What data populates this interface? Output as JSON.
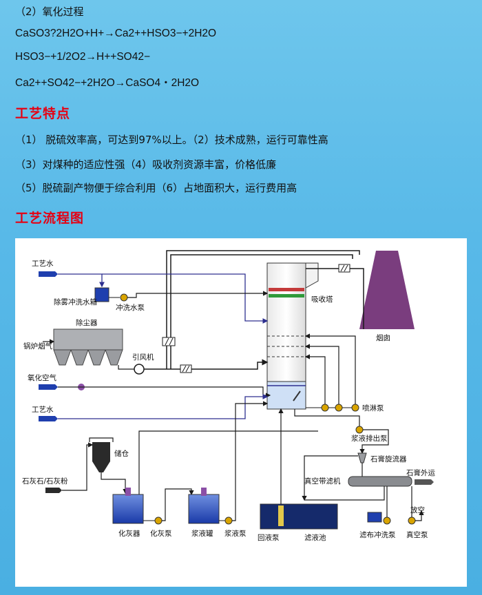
{
  "oxidation": {
    "title": "（2）氧化过程",
    "equations": [
      "CaSO3?2H2O+H+→Ca2++HSO3−+2H2O",
      "HSO3−+1/2O2→H++SO42−",
      "Ca2++SO42−+2H2O→CaSO4・2H2O"
    ]
  },
  "features": {
    "heading": "工艺特点",
    "lines": [
      "（1） 脱硫效率高，可达到97%以上。（2）技术成熟，运行可靠性高",
      "（3）对煤种的适应性强（4）吸收剂资源丰富，价格低廉",
      "（5）脱硫副产物便于综合利用（6）占地面积大，运行费用高"
    ]
  },
  "flowchart": {
    "heading": "工艺流程图",
    "labels": {
      "process_water_top": "工艺水",
      "demist_tank": "除雾冲洗水箱",
      "flush_pump": "冲洗水泵",
      "dust_collector": "除尘器",
      "boiler_flue_gas": "锅炉烟气",
      "induced_fan": "引风机",
      "absorption_tower": "吸收塔",
      "chimney": "烟囱",
      "oxidation_air": "氧化空气",
      "spray_pump": "喷淋泵",
      "process_water_mid": "工艺水",
      "slurry_discharge_pump": "浆液排出泵",
      "silo": "储仓",
      "gypsum_cyclone": "石膏旋流器",
      "limestone": "石灰石/石灰粉",
      "vacuum_belt_filter": "真空带滤机",
      "gypsum_out": "石膏外运",
      "vent": "放空",
      "lime_slaker": "化灰器",
      "lime_pump": "化灰泵",
      "slurry_tank": "浆液罐",
      "slurry_pump": "浆液泵",
      "return_pump": "回液泵",
      "filtrate_pit": "滤液池",
      "cloth_flush_pump": "滤布冲洗泵",
      "vacuum_pump": "真空泵"
    }
  },
  "colors": {
    "heading": "#e60012",
    "pipe": "#1a1a1a",
    "water_pipe": "#2d2f8f",
    "tank_fill": "#1f3fae",
    "chimney": "#7a3d7e",
    "pump": "#d9a400"
  }
}
